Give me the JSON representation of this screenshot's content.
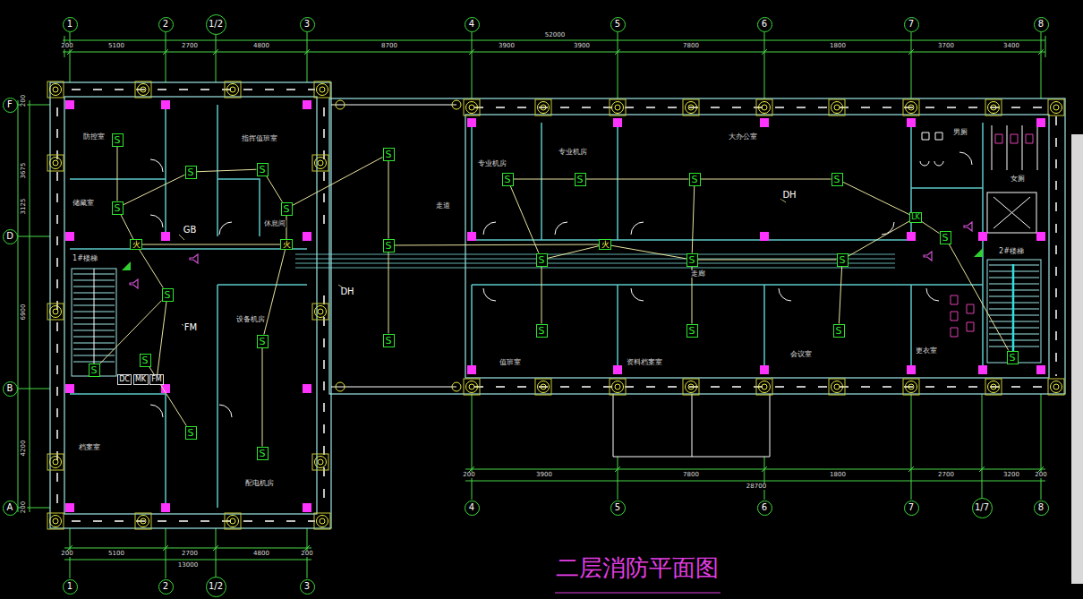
{
  "diagram": {
    "title": "二层消防平面图",
    "nodes": [
      {
        "text": [
          "1"
        ]
      },
      {
        "text": [
          "2"
        ]
      },
      {
        "text": [
          "1/2"
        ]
      },
      {
        "text": [
          "3"
        ]
      },
      {
        "text": [
          "4"
        ]
      },
      {
        "text": [
          "5"
        ]
      },
      {
        "text": [
          "6"
        ]
      },
      {
        "text": [
          "7"
        ]
      },
      {
        "text": [
          "8"
        ]
      },
      {
        "text": [
          "F"
        ]
      },
      {
        "text": [
          "D"
        ]
      },
      {
        "text": [
          "B"
        ]
      },
      {
        "text": [
          "A"
        ]
      },
      {
        "text": [
          "1"
        ]
      },
      {
        "text": [
          "2"
        ]
      },
      {
        "text": [
          "1/2"
        ]
      },
      {
        "text": [
          "3"
        ]
      },
      {
        "text": [
          "4"
        ]
      },
      {
        "text": [
          "5"
        ]
      },
      {
        "text": [
          "6"
        ]
      },
      {
        "text": [
          "7"
        ]
      },
      {
        "text": [
          "1/7"
        ]
      },
      {
        "text": [
          "8"
        ]
      },
      {
        "text": [
          "S"
        ]
      },
      {
        "text": [
          "S"
        ]
      },
      {
        "text": [
          "S"
        ]
      },
      {
        "text": [
          "S"
        ]
      },
      {
        "text": [
          "S"
        ]
      },
      {
        "text": [
          "S"
        ]
      },
      {
        "text": [
          "S"
        ]
      },
      {
        "text": [
          "S"
        ]
      },
      {
        "text": [
          "S"
        ]
      },
      {
        "text": [
          "S"
        ]
      },
      {
        "text": [
          "S"
        ]
      },
      {
        "text": [
          "S"
        ]
      },
      {
        "text": [
          "S"
        ]
      },
      {
        "text": [
          "S"
        ]
      },
      {
        "text": [
          "S"
        ]
      },
      {
        "text": [
          "S"
        ]
      },
      {
        "text": [
          "S"
        ]
      },
      {
        "text": [
          "S"
        ]
      },
      {
        "text": [
          "S"
        ]
      },
      {
        "text": [
          "S"
        ]
      },
      {
        "text": [
          "S"
        ]
      },
      {
        "text": [
          "S"
        ]
      },
      {
        "text": [
          "S"
        ]
      },
      {
        "text": [
          "S"
        ]
      },
      {
        "text": [
          "S"
        ]
      },
      {
        "text": [
          "S"
        ]
      },
      {
        "text": [
          "火"
        ]
      },
      {
        "text": [
          "火"
        ]
      },
      {
        "text": [
          "火"
        ]
      },
      {
        "text": [
          "DC"
        ]
      },
      {
        "text": [
          "MK"
        ]
      },
      {
        "text": [
          "FM"
        ]
      },
      {
        "text": [
          "LK"
        ]
      }
    ],
    "edges": [
      {
        "from": 26,
        "to": 23,
        "arrow": "none"
      },
      {
        "from": 26,
        "to": 24,
        "arrow": "none"
      },
      {
        "from": 24,
        "to": 25,
        "arrow": "none"
      },
      {
        "from": 25,
        "to": 27,
        "arrow": "none"
      },
      {
        "from": 27,
        "to": 28,
        "arrow": "none"
      },
      {
        "from": 28,
        "to": 29,
        "arrow": "none"
      },
      {
        "from": 29,
        "to": 30,
        "arrow": "none"
      },
      {
        "from": 26,
        "to": 49,
        "arrow": "none"
      },
      {
        "from": 49,
        "to": 31,
        "arrow": "none"
      },
      {
        "from": 31,
        "to": 35,
        "arrow": "none"
      },
      {
        "from": 31,
        "to": 54,
        "arrow": "none"
      },
      {
        "from": 50,
        "to": 32,
        "arrow": "none"
      },
      {
        "from": 32,
        "to": 33,
        "arrow": "none"
      },
      {
        "from": 50,
        "to": 27,
        "arrow": "none"
      },
      {
        "from": 34,
        "to": 36,
        "arrow": "none"
      },
      {
        "from": 51,
        "to": 42,
        "arrow": "none"
      },
      {
        "from": 42,
        "to": 37,
        "arrow": "none"
      },
      {
        "from": 42,
        "to": 45,
        "arrow": "none"
      },
      {
        "from": 37,
        "to": 38,
        "arrow": "none"
      },
      {
        "from": 38,
        "to": 39,
        "arrow": "none"
      },
      {
        "from": 39,
        "to": 40,
        "arrow": "none"
      },
      {
        "from": 40,
        "to": 55,
        "arrow": "none"
      },
      {
        "from": 55,
        "to": 41,
        "arrow": "none"
      },
      {
        "from": 51,
        "to": 43,
        "arrow": "none"
      },
      {
        "from": 43,
        "to": 39,
        "arrow": "none"
      },
      {
        "from": 43,
        "to": 46,
        "arrow": "none"
      },
      {
        "from": 43,
        "to": 44,
        "arrow": "none"
      },
      {
        "from": 44,
        "to": 47,
        "arrow": "none"
      },
      {
        "from": 44,
        "to": 55,
        "arrow": "none"
      },
      {
        "from": 41,
        "to": 48,
        "arrow": "none"
      },
      {
        "from": 49,
        "to": 50,
        "arrow": "none"
      },
      {
        "from": 29,
        "to": 51,
        "arrow": "none"
      }
    ],
    "labels": [
      "52000",
      "200",
      "5100",
      "2700",
      "4800",
      "8700",
      "3900",
      "3900",
      "7800",
      "1800",
      "3700",
      "3400",
      "28700",
      "200",
      "3900",
      "7800",
      "1800",
      "2700",
      "3200",
      "200",
      "13000",
      "200",
      "5100",
      "2700",
      "4800",
      "200",
      "200",
      "3675",
      "3125",
      "6900",
      "4200",
      "200",
      "防控室",
      "指挥值班室",
      "储藏室",
      "休息间",
      "1#楼梯",
      "设备机房",
      "档案室",
      "配电机房",
      "走道",
      "专业机房",
      "专业机房",
      "大办公室",
      "男厕",
      "女厕",
      "2#楼梯",
      "走廊",
      "更衣室",
      "值班室",
      "资料档案室",
      "会议室",
      "GB",
      "DH",
      "DH",
      "FM"
    ]
  }
}
